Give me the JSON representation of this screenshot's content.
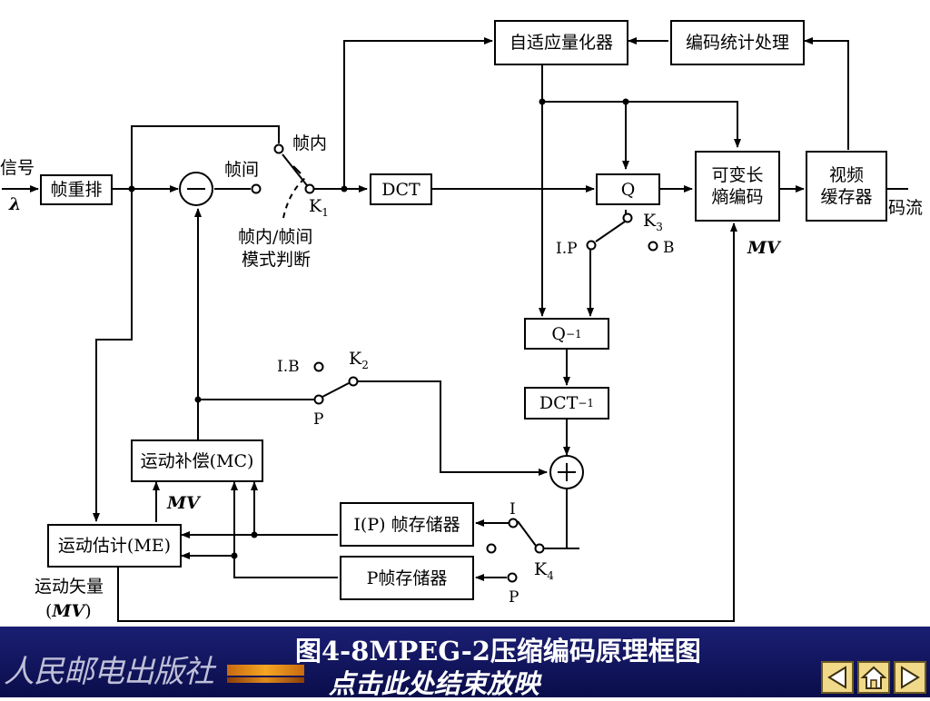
{
  "diagram": {
    "input_signal": "信号",
    "lambda": "λ",
    "frame_reorder": "帧重排",
    "dct": "DCT",
    "quantizer": "Q",
    "inverse_quantizer": "Q",
    "inverse_quantizer_sup": "−1",
    "idct": "DCT",
    "idct_sup": "−1",
    "adaptive_quantizer": "自适应量化器",
    "coding_stats": "编码统计处理",
    "vlc_line1": "可变长",
    "vlc_line2": "熵编码",
    "buffer_line1": "视频",
    "buffer_line2": "缓存器",
    "bitstream": "码流",
    "intra": "帧内",
    "inter": "帧间",
    "k1": "K",
    "k1_sub": "1",
    "mode_decision_line1": "帧内/帧间",
    "mode_decision_line2": "模式判断",
    "k3": "K",
    "k3_sub": "3",
    "ip": "I.P",
    "b": "B",
    "mv_right": "MV",
    "k2": "K",
    "k2_sub": "2",
    "ib": "I.B",
    "p_k2": "P",
    "motion_comp": "运动补偿(MC)",
    "mv_left": "MV",
    "motion_est": "运动估计(ME)",
    "motion_vector_line1": "运动矢量",
    "motion_vector_line2_open": "(",
    "motion_vector_line2_mv": "MV",
    "motion_vector_line2_close": ")",
    "ip_store": "I(P) 帧存储器",
    "p_store": "P帧存储器",
    "i_k4": "I",
    "k4": "K",
    "k4_sub": "4",
    "p_k4": "P"
  },
  "footer": {
    "publisher": "人民邮电出版社",
    "title": "图4-8MPEG-2压缩编码原理框图",
    "end_show": "点击此处结束放映"
  },
  "nav": {
    "prev": "previous-icon",
    "home": "home-icon",
    "next": "next-icon"
  }
}
